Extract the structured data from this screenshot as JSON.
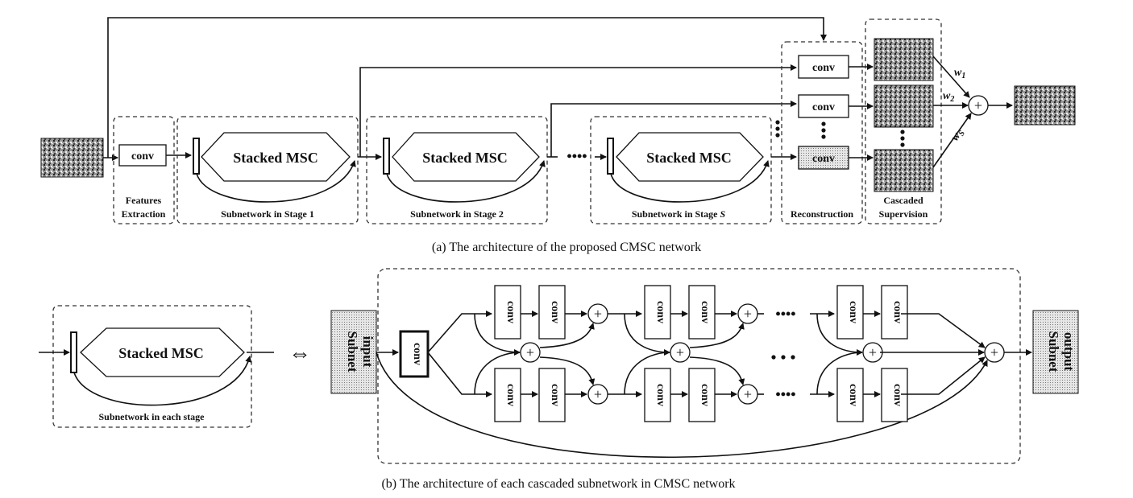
{
  "caption_a": "(a) The architecture of the proposed CMSC network",
  "caption_b": "(b) The architecture of each cascaded subnetwork in CMSC network",
  "blocks": {
    "conv": "conv",
    "stacked_msc": "Stacked MSC",
    "plus": "+",
    "dots": "••••"
  },
  "weights": {
    "w1": "w",
    "w1_sub": "1",
    "w2": "w",
    "w2_sub": "2",
    "ws": "w",
    "ws_sub": "S"
  },
  "labels_a": {
    "features_1": "Features",
    "features_2": "Extraction",
    "stage1": "Subnetwork in Stage 1",
    "stage2": "Subnetwork in Stage 2",
    "stageS_prefix": "Subnetwork in Stage ",
    "stageS_var": "S",
    "reconstruction": "Reconstruction",
    "cascaded_1": "Cascaded",
    "cascaded_2": "Supervision"
  },
  "labels_b": {
    "each_stage": "Subnetwork in each stage",
    "equiv": "⇔",
    "subnet_input_1": "Subnet",
    "subnet_input_2": "input",
    "subnet_output_1": "Subnet",
    "subnet_output_2": "output"
  },
  "colors": {
    "stroke": "#111111",
    "shaded_conv": "#cfcfcf",
    "image_tone": "#777777"
  }
}
